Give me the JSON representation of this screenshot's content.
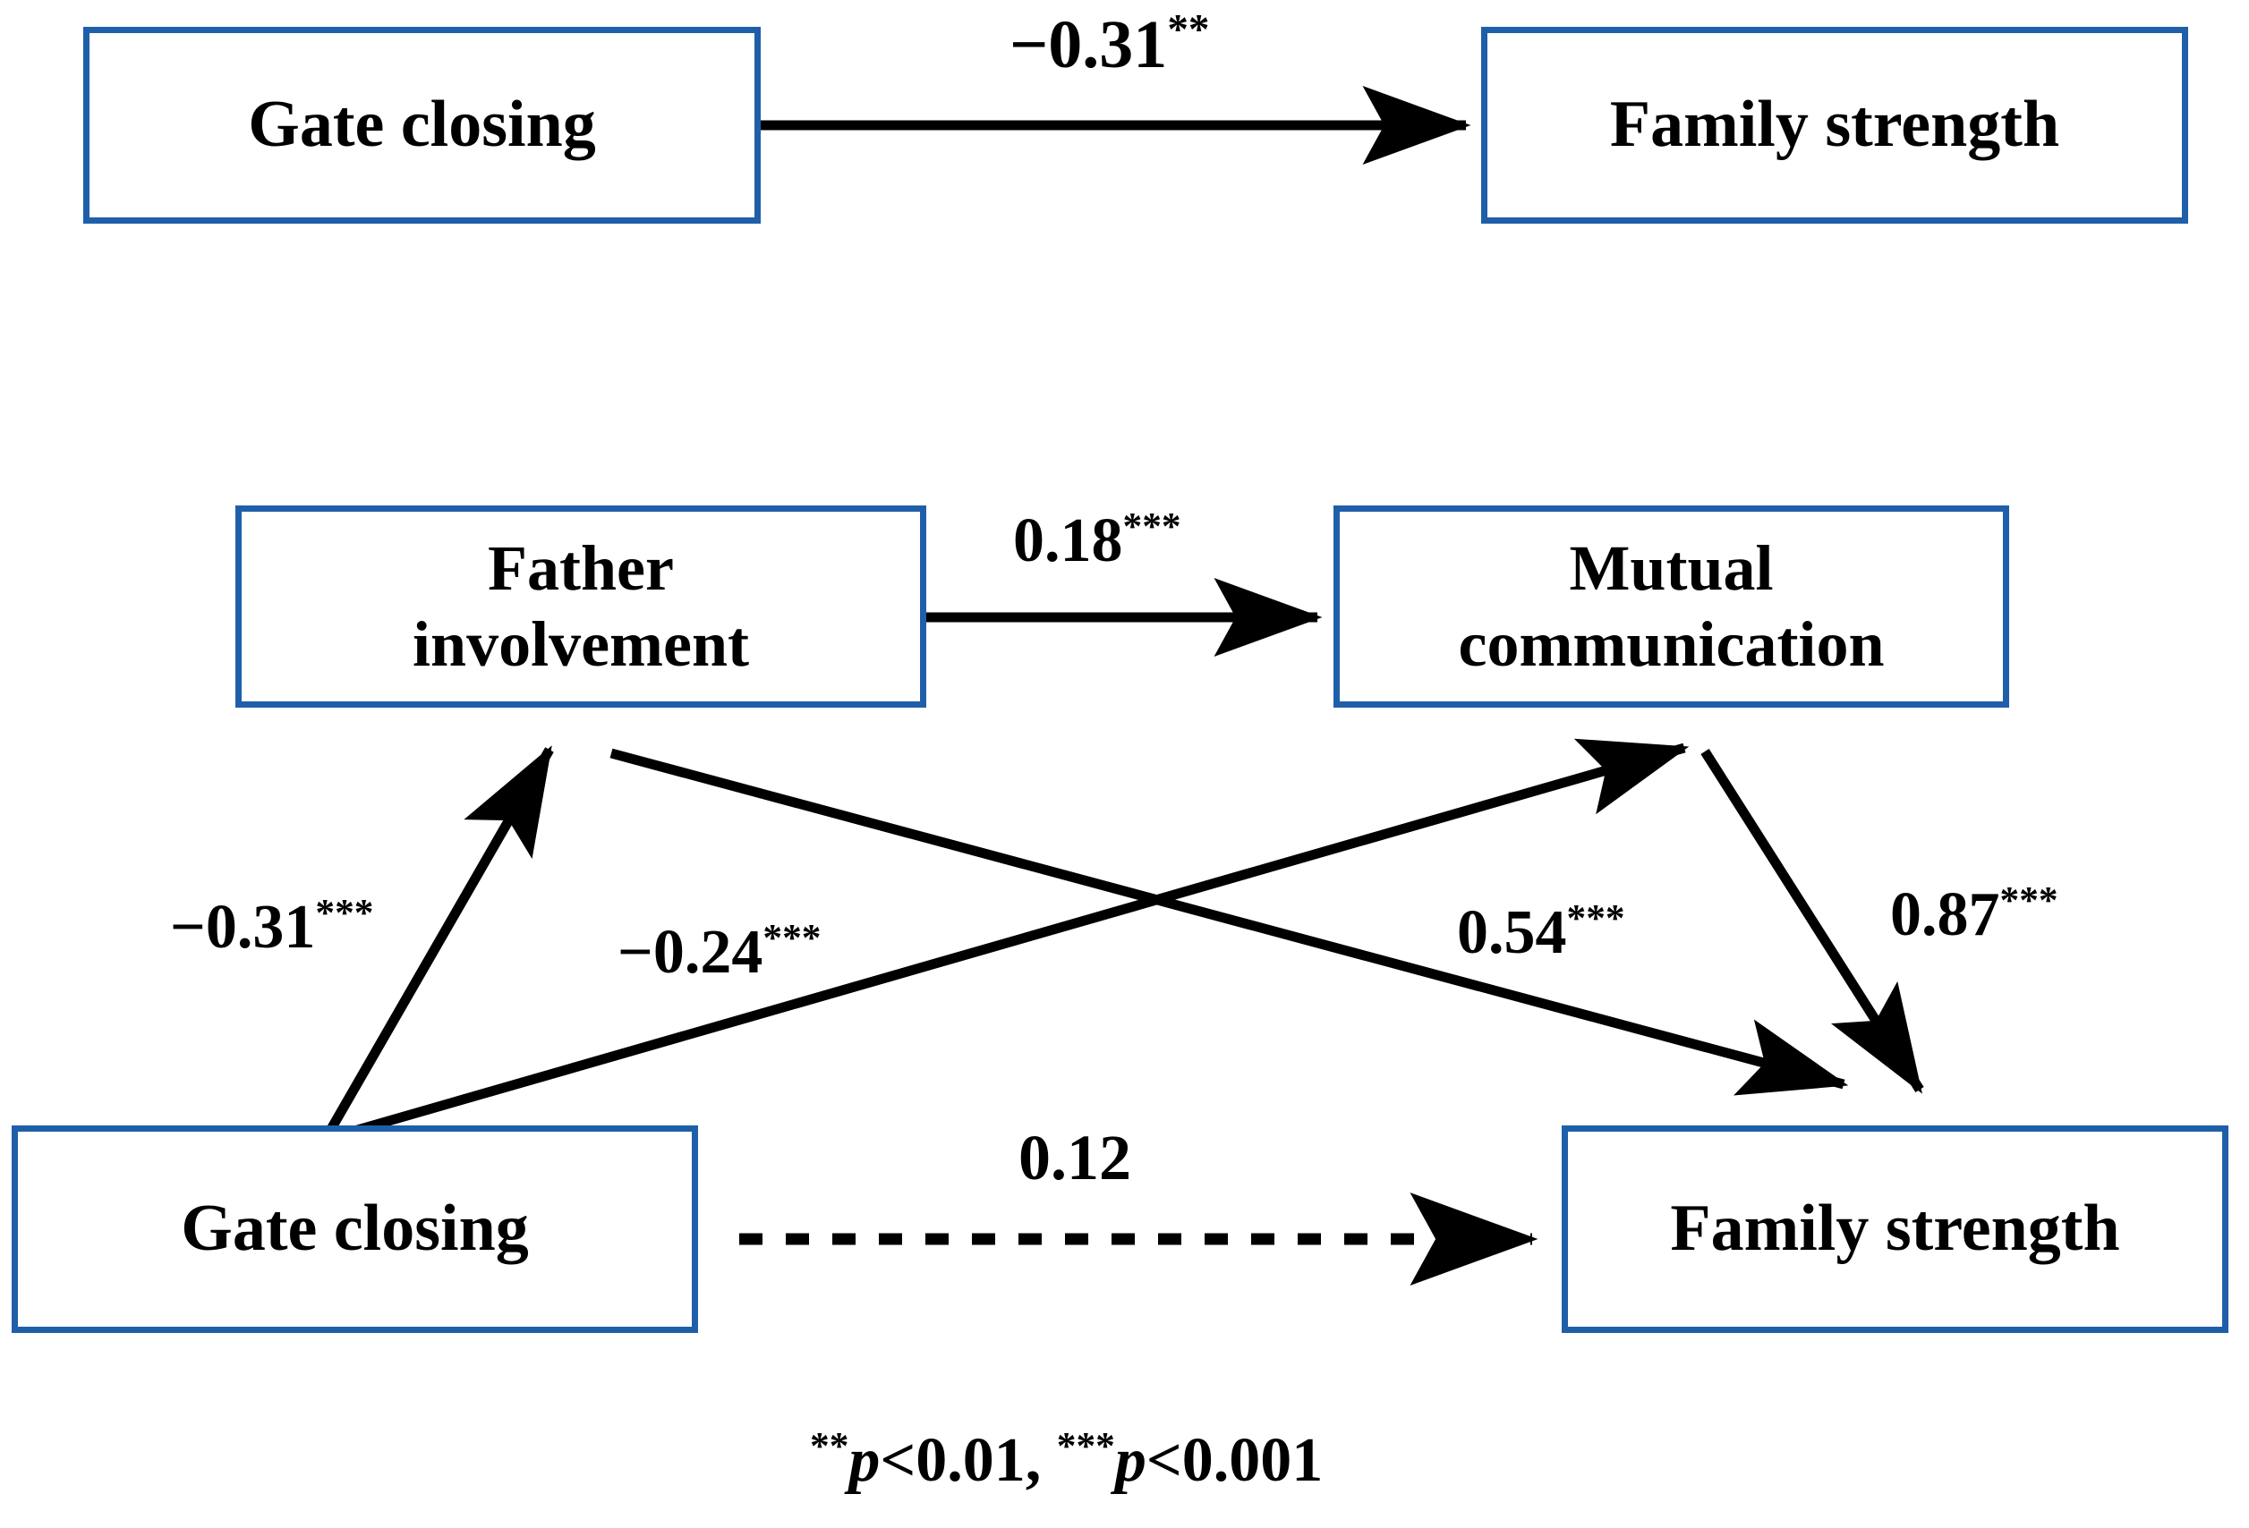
{
  "diagram": {
    "type": "path-diagram",
    "title": "",
    "border_color": "#1F5FA9",
    "line_color": "#000000",
    "background": "#ffffff",
    "models": [
      {
        "name": "total-effect-model",
        "nodes": [
          {
            "id": "gc_top",
            "label": "Gate closing"
          },
          {
            "id": "fs_top",
            "label": "Family strength"
          }
        ],
        "paths": [
          {
            "from": "gc_top",
            "to": "fs_top",
            "coefficient": "-0.31",
            "stars": "**",
            "style": "solid"
          }
        ]
      },
      {
        "name": "mediation-model",
        "nodes": [
          {
            "id": "fi",
            "label": "Father\ninvolvement"
          },
          {
            "id": "mc",
            "label": "Mutual\ncommunication"
          },
          {
            "id": "gc_bot",
            "label": "Gate closing"
          },
          {
            "id": "fs_bot",
            "label": "Family strength"
          }
        ],
        "paths": [
          {
            "from": "fi",
            "to": "mc",
            "coefficient": "0.18",
            "stars": "***",
            "style": "solid"
          },
          {
            "from": "gc_bot",
            "to": "fi",
            "coefficient": "-0.31",
            "stars": "***",
            "style": "solid"
          },
          {
            "from": "gc_bot",
            "to": "mc",
            "coefficient": "-0.24",
            "stars": "***",
            "style": "solid"
          },
          {
            "from": "fi",
            "to": "fs_bot",
            "coefficient": "0.54",
            "stars": "***",
            "style": "solid"
          },
          {
            "from": "mc",
            "to": "fs_bot",
            "coefficient": "0.87",
            "stars": "***",
            "style": "solid"
          },
          {
            "from": "gc_bot",
            "to": "fs_bot",
            "coefficient": "0.12",
            "stars": "",
            "style": "dashed"
          }
        ]
      }
    ],
    "labels": {
      "gate_closing_top": "Gate closing",
      "family_strength_top": "Family strength",
      "father_involvement": "Father\ninvolvement",
      "mutual_communication": "Mutual\ncommunication",
      "gate_closing_bottom": "Gate closing",
      "family_strength_bottom": "Family strength"
    },
    "coefficients": {
      "top_direct": {
        "value": "−0.31",
        "stars": "**"
      },
      "fi_to_mc": {
        "value": "0.18",
        "stars": "***"
      },
      "gc_to_fi": {
        "value": "−0.31",
        "stars": "***"
      },
      "gc_to_mc": {
        "value": "−0.24",
        "stars": "***"
      },
      "fi_to_fs": {
        "value": "0.54",
        "stars": "***"
      },
      "mc_to_fs": {
        "value": "0.87",
        "stars": "***"
      },
      "gc_to_fs": {
        "value": "0.12",
        "stars": ""
      }
    },
    "footnote": {
      "star2": "**",
      "p1": "p",
      "text1": "<0.01, ",
      "star3": "***",
      "p2": "p",
      "text2": "<0.001"
    }
  }
}
